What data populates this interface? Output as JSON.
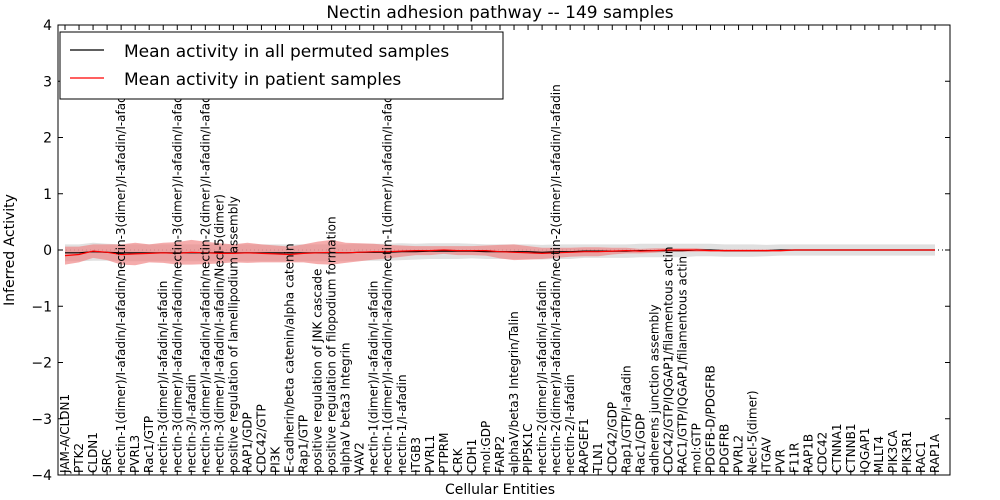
{
  "chart_data": {
    "type": "line",
    "title": "Nectin adhesion pathway -- 149 samples",
    "xlabel": "Cellular Entities",
    "ylabel": "Inferred Activity",
    "ylim": [
      -4,
      4
    ],
    "yticks": [
      "−4",
      "−3",
      "−2",
      "−1",
      "0",
      "1",
      "2",
      "3",
      "4"
    ],
    "grid": false,
    "legend_position": "top-left",
    "categories": [
      "JAM-A/CLDN1",
      "PTK2",
      "CLDN1",
      "SRC",
      "nectin-1(dimer)/I-afadin/I-afadin/nectin-3(dimer)/I-afadin/I-afadin",
      "PVRL3",
      "Rac1/GTP",
      "nectin-3(dimer)/I-afadin/I-afadin",
      "nectin-3(dimer)/I-afadin/I-afadin/nectin-3(dimer)/I-afadin/I-afadin",
      "nectin-3/I-afadin",
      "nectin-3(dimer)/I-afadin/I-afadin/nectin-2(dimer)/I-afadin/I-afadin",
      "nectin-3(dimer)/I-afadin/I-afadin/Necl-5(dimer)",
      "positive regulation of lamellipodium assembly",
      "RAP1/GDP",
      "CDC42/GTP",
      "PI3K",
      "E-cadherin/beta catenin/alpha catenin",
      "Rap1/GTP",
      "positive regulation of JNK cascade",
      "positive regulation of filopodium formation",
      "alphaV beta3 Integrin",
      "VAV2",
      "nectin-1(dimer)/I-afadin/I-afadin",
      "nectin-1(dimer)/I-afadin/I-afadin/nectin-1(dimer)/I-afadin/I-afadin",
      "nectin-1/I-afadin",
      "ITGB3",
      "PVRL1",
      "PTPRM",
      "CRK",
      "CDH1",
      "mol:GDP",
      "FARP2",
      "alphaV/beta3 Integrin/Talin",
      "PIP5K1C",
      "nectin-2(dimer)/I-afadin/I-afadin",
      "nectin-2(dimer)/I-afadin/I-afadin/nectin-2(dimer)/I-afadin/I-afadin",
      "nectin-2/I-afadin",
      "RAPGEF1",
      "TLN1",
      "CDC42/GDP",
      "Rap1/GTP/I-afadin",
      "Rac1/GDP",
      "adherens junction assembly",
      "CDC42/GTP/IQGAP1/filamentous actin",
      "RAC1/GTP/IQGAP1/filamentous actin",
      "mol:GTP",
      "PDGFB-D/PDGFRB",
      "PDGFRB",
      "PVRL2",
      "Necl-5(dimer)",
      "ITGAV",
      "PVR",
      "F11R",
      "RAP1B",
      "CDC42",
      "CTNNA1",
      "CTNNB1",
      "IQGAP1",
      "MLLT4",
      "PIK3CA",
      "PIK3R1",
      "RAC1",
      "RAP1A"
    ],
    "series": [
      {
        "name": "Mean activity in all permuted samples",
        "color": "#000000",
        "band_color": "#d3d3d3",
        "values": [
          -0.05,
          -0.05,
          -0.03,
          -0.04,
          -0.05,
          -0.05,
          -0.05,
          -0.05,
          -0.05,
          -0.05,
          -0.05,
          -0.05,
          -0.05,
          -0.05,
          -0.05,
          -0.05,
          -0.05,
          -0.05,
          -0.05,
          -0.05,
          -0.05,
          -0.04,
          -0.04,
          -0.04,
          -0.03,
          -0.03,
          -0.02,
          -0.02,
          -0.02,
          -0.02,
          -0.03,
          -0.03,
          -0.03,
          -0.03,
          -0.04,
          -0.03,
          -0.03,
          -0.02,
          -0.02,
          -0.02,
          -0.02,
          -0.01,
          -0.01,
          -0.01,
          -0.01,
          0,
          0,
          -0.01,
          -0.01,
          -0.01,
          -0.01,
          0,
          0,
          0,
          0,
          0,
          0,
          0,
          0,
          0,
          0,
          0,
          0
        ],
        "std": [
          0.15,
          0.15,
          0.16,
          0.15,
          0.15,
          0.15,
          0.15,
          0.15,
          0.15,
          0.15,
          0.15,
          0.15,
          0.15,
          0.15,
          0.15,
          0.15,
          0.15,
          0.15,
          0.15,
          0.15,
          0.15,
          0.15,
          0.15,
          0.15,
          0.15,
          0.14,
          0.14,
          0.14,
          0.14,
          0.13,
          0.13,
          0.13,
          0.13,
          0.13,
          0.13,
          0.13,
          0.13,
          0.12,
          0.12,
          0.12,
          0.12,
          0.12,
          0.12,
          0.12,
          0.12,
          0.11,
          0.11,
          0.11,
          0.11,
          0.11,
          0.1,
          0.1,
          0.1,
          0.1,
          0.1,
          0.1,
          0.1,
          0.1,
          0.1,
          0.1,
          0.1,
          0.1,
          0.1
        ]
      },
      {
        "name": "Mean activity in patient samples",
        "color": "#ff0000",
        "band_color": "#f08080",
        "values": [
          -0.1,
          -0.08,
          -0.02,
          -0.04,
          -0.08,
          -0.07,
          -0.06,
          -0.05,
          -0.06,
          -0.04,
          -0.05,
          -0.06,
          -0.06,
          -0.05,
          -0.06,
          -0.07,
          -0.08,
          -0.06,
          -0.05,
          -0.04,
          -0.05,
          -0.04,
          -0.03,
          -0.03,
          -0.02,
          -0.01,
          -0.01,
          0,
          -0.01,
          -0.01,
          -0.01,
          -0.03,
          -0.04,
          -0.05,
          -0.06,
          -0.05,
          -0.04,
          -0.03,
          -0.03,
          -0.02,
          -0.01,
          -0.02,
          -0.01,
          0,
          0,
          0,
          -0.01,
          -0.01,
          -0.01,
          -0.01,
          -0.01,
          -0.01,
          0,
          0,
          0,
          0,
          0,
          0,
          0,
          0,
          0,
          0,
          0
        ],
        "std": [
          0.16,
          0.14,
          0.12,
          0.14,
          0.18,
          0.2,
          0.16,
          0.18,
          0.2,
          0.22,
          0.2,
          0.18,
          0.16,
          0.18,
          0.16,
          0.15,
          0.14,
          0.16,
          0.2,
          0.22,
          0.18,
          0.16,
          0.14,
          0.12,
          0.1,
          0.08,
          0.08,
          0.07,
          0.08,
          0.08,
          0.09,
          0.12,
          0.14,
          0.12,
          0.1,
          0.09,
          0.08,
          0.08,
          0.08,
          0.06,
          0.05,
          0.04,
          0.04,
          0.03,
          0.03,
          0.03,
          0.02,
          0.02,
          0.02,
          0.02,
          0.02,
          0.02,
          0.01,
          0.01,
          0.01,
          0.01,
          0.01,
          0.01,
          0.01,
          0.01,
          0.01,
          0.01,
          0.01
        ]
      }
    ]
  }
}
